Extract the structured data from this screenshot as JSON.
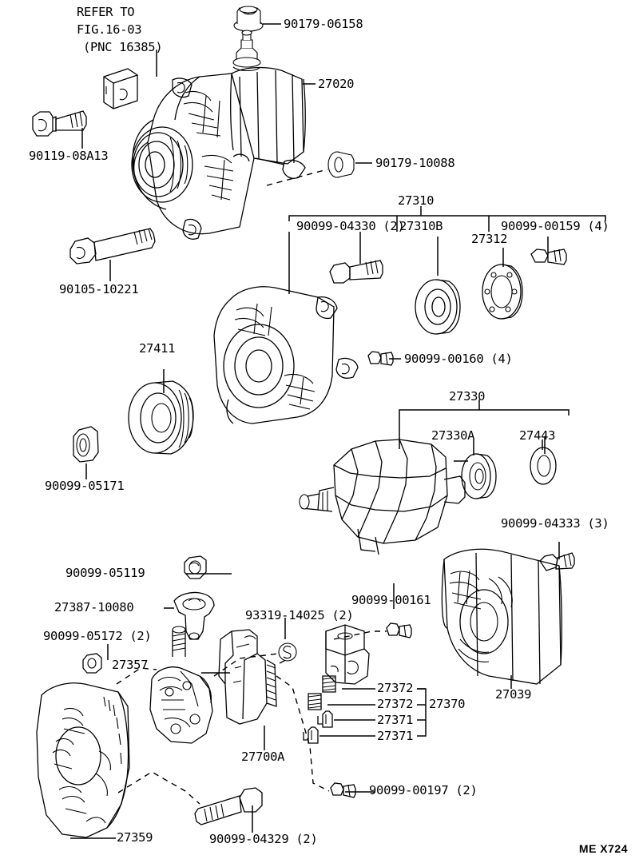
{
  "diagram": {
    "footer_code": "ME X724",
    "reference_note": [
      "REFER TO",
      "FIG.16-03",
      "(PNC 16385)"
    ]
  },
  "labels": {
    "nut_rear_terminal": "90179-06158",
    "alternator_assy": "27020",
    "nut_mount": "90179-10088",
    "bolt_adjusting": "90119-08A13",
    "bolt_pivot": "90105-10221",
    "pulley": "27411",
    "nut_pulley": "90099-05171",
    "group_27310": "27310",
    "screw_04330": "90099-04330 (2)",
    "bearing_27310B": "27310B",
    "retainer_27312": "27312",
    "screw_00159": "90099-00159 (4)",
    "screw_00160": "90099-00160 (4)",
    "group_27330": "27330",
    "rotor_27330A": "27330A",
    "bearing_27443": "27443",
    "screw_04333": "90099-04333 (3)",
    "stator_27039": "27039",
    "screw_00161": "90099-00161",
    "nut_05119": "90099-05119",
    "cover_27387": "27387-10080",
    "nut_05172": "90099-05172 (2)",
    "terminal_27357": "27357",
    "seal_93319": "93319-14025 (2)",
    "regulator_27700A": "27700A",
    "brush_holder_27370": "27370",
    "spring_27372_a": "27372",
    "spring_27372_b": "27372",
    "brush_27371_a": "27371",
    "brush_27371_b": "27371",
    "screw_00197": "90099-00197 (2)",
    "end_frame_27359": "27359",
    "bolt_04329": "90099-04329 (2)"
  }
}
